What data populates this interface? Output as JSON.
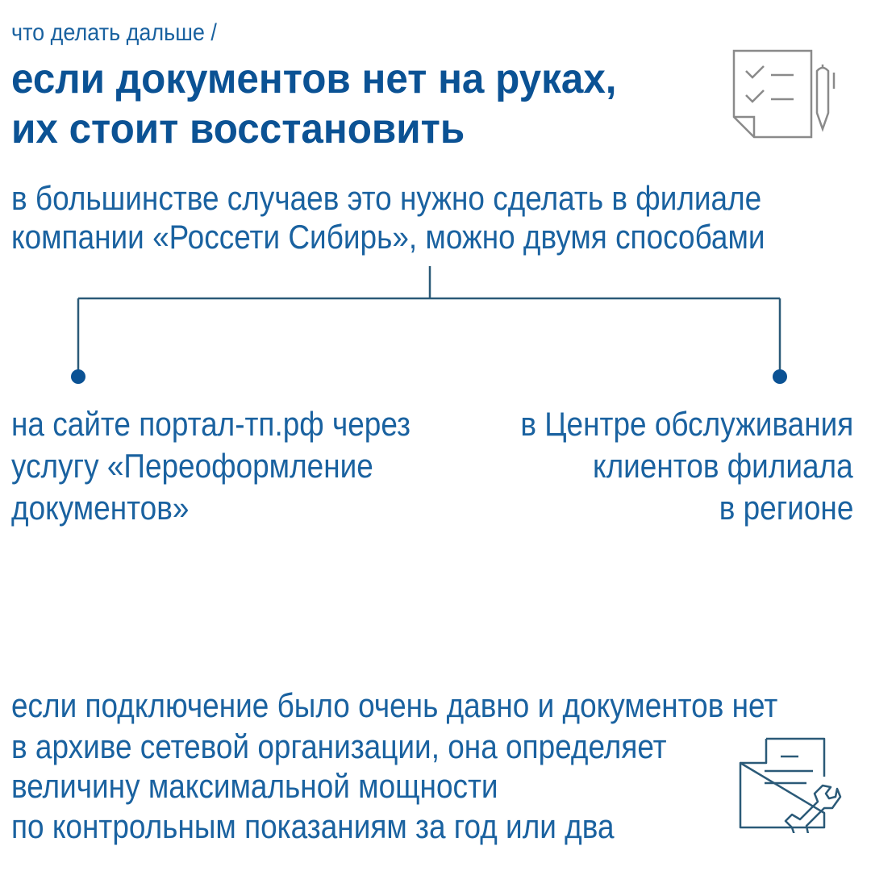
{
  "header": {
    "subtitle": "что делать дальше /",
    "title_lines": [
      "если документов нет на руках,",
      "их стоит восстановить"
    ]
  },
  "intro": {
    "lines": [
      "в большинстве случаев это нужно сделать в филиале",
      "компании «Россети Сибирь», можно двумя способами"
    ]
  },
  "options": {
    "left": {
      "lines": [
        "на сайте портал-тп.рф через",
        "услугу «Переоформление",
        "документов»"
      ]
    },
    "right": {
      "lines": [
        "в Центре обслуживания",
        "клиентов филиала",
        "в регионе"
      ]
    }
  },
  "note": {
    "lines": [
      "если подключение было очень давно и документов нет",
      "в архиве сетевой организации, она определяет",
      "величину максимальной мощности",
      "по контрольным показаниям за год или два"
    ]
  },
  "colors": {
    "title": "#0b5294",
    "text": "#1a62a0",
    "lines": "#2b5a78",
    "icon_gray": "#8a8a8a"
  }
}
